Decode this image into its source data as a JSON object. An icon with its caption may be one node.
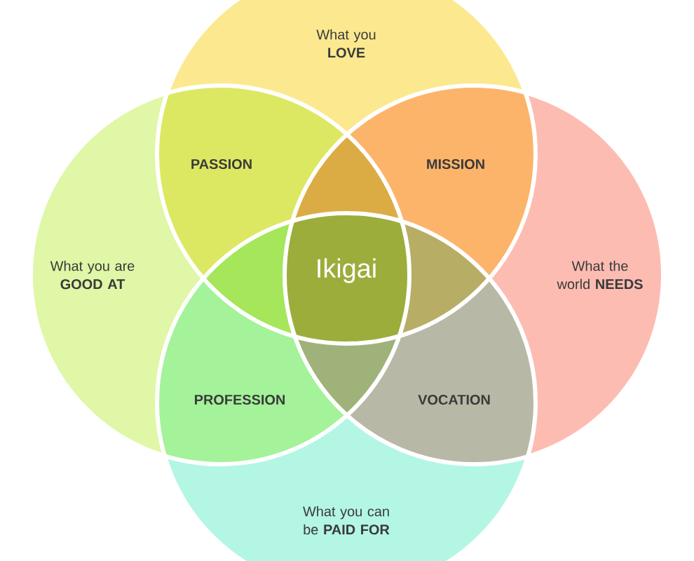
{
  "diagram": {
    "nodes": [
      {
        "text": [
          "What you **LOVE**"
        ]
      },
      {
        "text": [
          "What you are **GOOD AT**"
        ]
      },
      {
        "text": [
          "What the world **NEEDS**"
        ]
      },
      {
        "text": [
          "PASSION"
        ]
      },
      {
        "text": [
          "MISSION"
        ]
      },
      {
        "text": [
          "Ikigai"
        ]
      },
      {
        "text": [
          "PROFESSION"
        ]
      },
      {
        "text": [
          "VOCATION"
        ]
      },
      {
        "text": [
          "What you can be **PAID FOR**"
        ]
      }
    ]
  }
}
